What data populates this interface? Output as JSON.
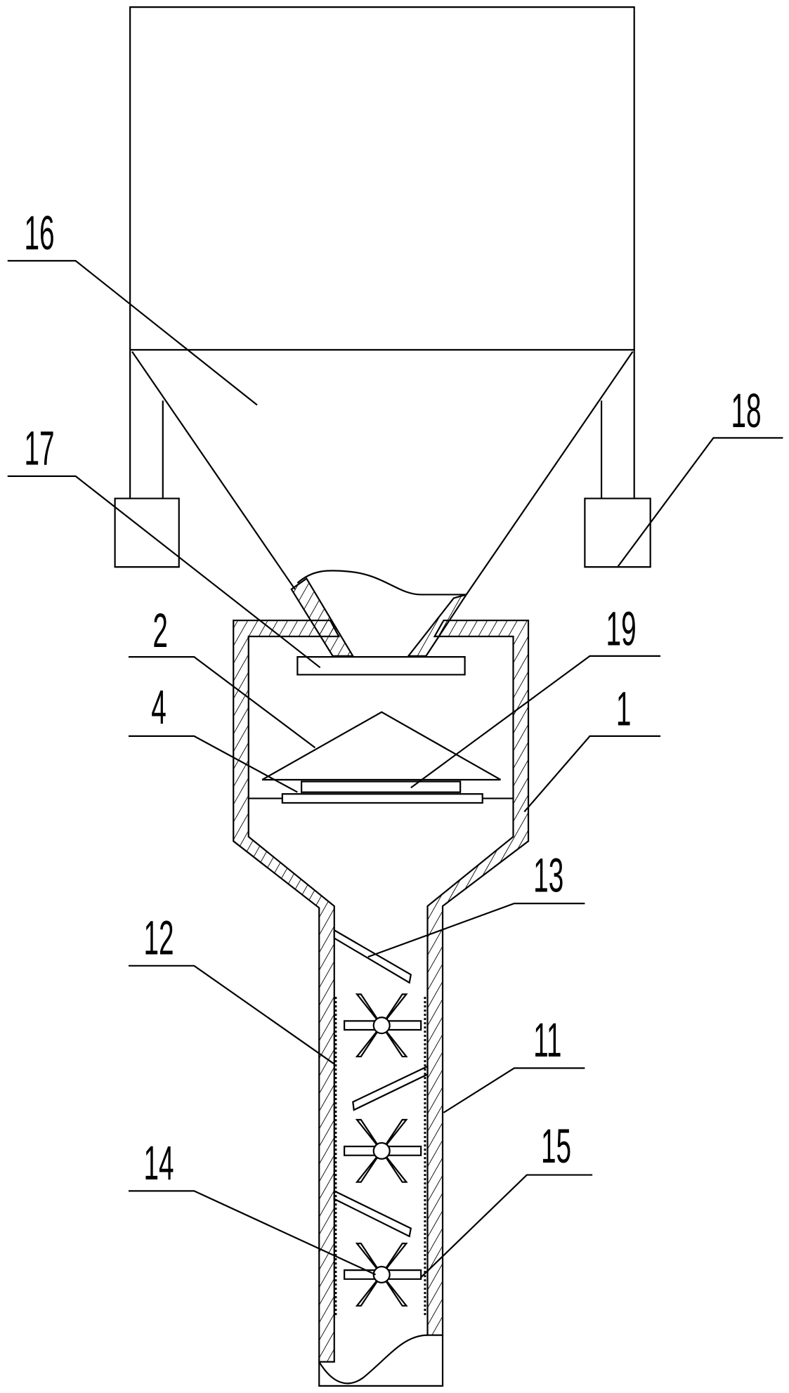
{
  "labels": {
    "l16": "16",
    "l17": "17",
    "l18": "18",
    "l2": "2",
    "l4": "4",
    "l19": "19",
    "l1": "1",
    "l13": "13",
    "l12": "12",
    "l11": "11",
    "l15": "15",
    "l14": "14"
  },
  "colors": {
    "line": "#000000",
    "background": "#ffffff"
  }
}
